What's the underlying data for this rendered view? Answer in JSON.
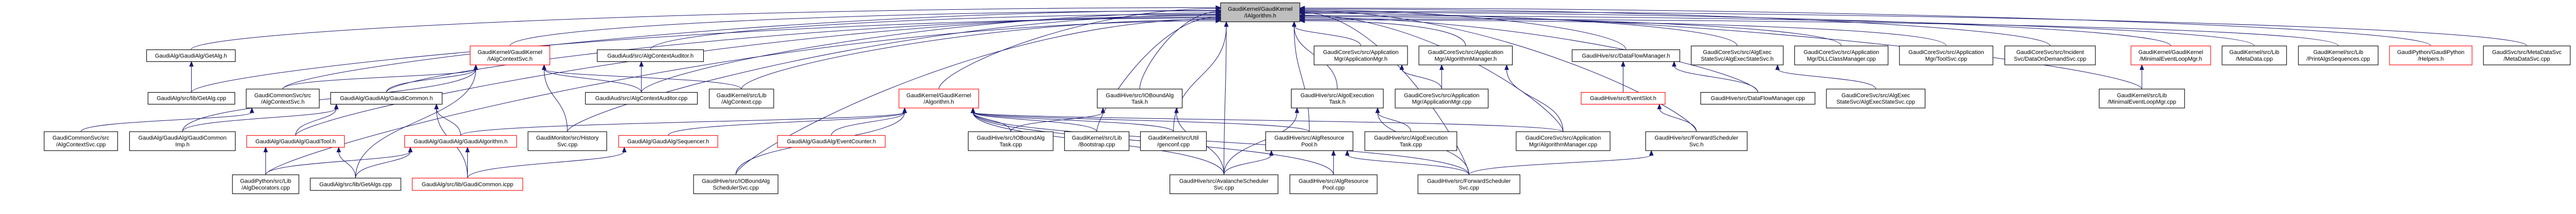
{
  "graph": {
    "edge_color": "#191970",
    "root_fill": "#bfbfbf",
    "red_border": "#ff0000",
    "normal_border": "#000000",
    "nodes": [
      {
        "id": "root",
        "lines": [
          "GaudiKernel/GaudiKernel",
          "/IAlgorithm.h"
        ],
        "kind": "root"
      },
      {
        "id": "getalg_h",
        "lines": [
          "GaudiAlg/GaudiAlg/GetAlg.h"
        ],
        "kind": "normal"
      },
      {
        "id": "ialgctx_h",
        "lines": [
          "GaudiKernel/GaudiKernel",
          "/IAlgContextSvc.h"
        ],
        "kind": "red"
      },
      {
        "id": "algctxaud_h",
        "lines": [
          "GaudiAud/src/AlgContextAuditor.h"
        ],
        "kind": "normal"
      },
      {
        "id": "appmgr_h",
        "lines": [
          "GaudiCoreSvc/src/Application",
          "Mgr/ApplicationMgr.h"
        ],
        "kind": "normal"
      },
      {
        "id": "algmgr_h",
        "lines": [
          "GaudiCoreSvc/src/Application",
          "Mgr/AlgorithmManager.h"
        ],
        "kind": "normal"
      },
      {
        "id": "dfm_h",
        "lines": [
          "GaudiHive/src/DataFlowManager.h"
        ],
        "kind": "normal"
      },
      {
        "id": "aess_h",
        "lines": [
          "GaudiCoreSvc/src/AlgExec",
          "StateSvc/AlgExecStateSvc.h"
        ],
        "kind": "normal"
      },
      {
        "id": "dllcm_cpp",
        "lines": [
          "GaudiCoreSvc/src/Application",
          "Mgr/DLLClassManager.cpp"
        ],
        "kind": "normal"
      },
      {
        "id": "toolsvc_cpp",
        "lines": [
          "GaudiCoreSvc/src/Application",
          "Mgr/ToolSvc.cpp"
        ],
        "kind": "normal"
      },
      {
        "id": "dods_cpp",
        "lines": [
          "GaudiCoreSvc/src/Incident",
          "Svc/DataOnDemandSvc.cpp"
        ],
        "kind": "normal"
      },
      {
        "id": "melm_h",
        "lines": [
          "GaudiKernel/GaudiKernel",
          "/MinimalEventLoopMgr.h"
        ],
        "kind": "red"
      },
      {
        "id": "metadata_cpp",
        "lines": [
          "GaudiKernel/src/Lib",
          "/MetaData.cpp"
        ],
        "kind": "normal"
      },
      {
        "id": "printalgs_cpp",
        "lines": [
          "GaudiKernel/src/Lib",
          "/PrintAlgsSequences.cpp"
        ],
        "kind": "normal"
      },
      {
        "id": "helpers_h",
        "lines": [
          "GaudiPython/GaudiPython",
          "/Helpers.h"
        ],
        "kind": "red"
      },
      {
        "id": "metadatasvc_cpp",
        "lines": [
          "GaudiSvc/src/MetaDataSvc",
          "/MetaDataSvc.cpp"
        ],
        "kind": "normal"
      },
      {
        "id": "getalg_cpp",
        "lines": [
          "GaudiAlg/src/lib/GetAlg.cpp"
        ],
        "kind": "normal"
      },
      {
        "id": "algctxsvc_h",
        "lines": [
          "GaudiCommonSvc/src",
          "/AlgContextSvc.h"
        ],
        "kind": "normal"
      },
      {
        "id": "gaudicommon_h",
        "lines": [
          "GaudiAlg/GaudiAlg/GaudiCommon.h"
        ],
        "kind": "normal"
      },
      {
        "id": "algctxaud_cpp",
        "lines": [
          "GaudiAud/src/AlgContextAuditor.cpp"
        ],
        "kind": "normal"
      },
      {
        "id": "algctx_cpp",
        "lines": [
          "GaudiKernel/src/Lib",
          "/AlgContext.cpp"
        ],
        "kind": "normal"
      },
      {
        "id": "algorithm_h",
        "lines": [
          "GaudiKernel/GaudiKernel",
          "/Algorithm.h"
        ],
        "kind": "red"
      },
      {
        "id": "iobtask_h",
        "lines": [
          "GaudiHive/src/IOBoundAlg",
          "Task.h"
        ],
        "kind": "normal"
      },
      {
        "id": "aet_h",
        "lines": [
          "GaudiHive/src/AlgoExecution",
          "Task.h"
        ],
        "kind": "normal"
      },
      {
        "id": "appmgr_cpp",
        "lines": [
          "GaudiCoreSvc/src/Application",
          "Mgr/ApplicationMgr.cpp"
        ],
        "kind": "normal"
      },
      {
        "id": "eventslot_h",
        "lines": [
          "GaudiHive/src/EventSlot.h"
        ],
        "kind": "red"
      },
      {
        "id": "dfm_cpp",
        "lines": [
          "GaudiHive/src/DataFlowManager.cpp"
        ],
        "kind": "normal"
      },
      {
        "id": "aess_cpp",
        "lines": [
          "GaudiCoreSvc/src/AlgExec",
          "StateSvc/AlgExecStateSvc.cpp"
        ],
        "kind": "normal"
      },
      {
        "id": "melm_cpp",
        "lines": [
          "GaudiKernel/src/Lib",
          "/MinimalEventLoopMgr.cpp"
        ],
        "kind": "normal"
      },
      {
        "id": "algctxsvc_cpp",
        "lines": [
          "GaudiCommonSvc/src",
          "/AlgContextSvc.cpp"
        ],
        "kind": "normal"
      },
      {
        "id": "gcimp_h",
        "lines": [
          "GaudiAlg/GaudiAlg/GaudiCommon",
          "Imp.h"
        ],
        "kind": "normal"
      },
      {
        "id": "gaudtool_h",
        "lines": [
          "GaudiAlg/GaudiAlg/GaudiTool.h"
        ],
        "kind": "red"
      },
      {
        "id": "gaudalg_h",
        "lines": [
          "GaudiAlg/GaudiAlg/GaudiAlgorithm.h"
        ],
        "kind": "red"
      },
      {
        "id": "histsvc_cpp",
        "lines": [
          "GaudiMonitor/src/History",
          "Svc.cpp"
        ],
        "kind": "normal"
      },
      {
        "id": "sequencer_h",
        "lines": [
          "GaudiAlg/GaudiAlg/Sequencer.h"
        ],
        "kind": "red"
      },
      {
        "id": "evtcounter_h",
        "lines": [
          "GaudiAlg/GaudiAlg/EventCounter.h"
        ],
        "kind": "red"
      },
      {
        "id": "iobtask_cpp",
        "lines": [
          "GaudiHive/src/IOBoundAlg",
          "Task.cpp"
        ],
        "kind": "normal"
      },
      {
        "id": "bootstrap_cpp",
        "lines": [
          "GaudiKernel/src/Lib",
          "/Bootstrap.cpp"
        ],
        "kind": "normal"
      },
      {
        "id": "genconf_cpp",
        "lines": [
          "GaudiKernel/src/Util",
          "/genconf.cpp"
        ],
        "kind": "normal"
      },
      {
        "id": "arp_h",
        "lines": [
          "GaudiHive/src/AlgResource",
          "Pool.h"
        ],
        "kind": "normal"
      },
      {
        "id": "aet_cpp",
        "lines": [
          "GaudiHive/src/AlgoExecution",
          "Task.cpp"
        ],
        "kind": "normal"
      },
      {
        "id": "algmgr_cpp",
        "lines": [
          "GaudiCoreSvc/src/Application",
          "Mgr/AlgorithmManager.cpp"
        ],
        "kind": "normal"
      },
      {
        "id": "fss_h",
        "lines": [
          "GaudiHive/src/ForwardScheduler",
          "Svc.h"
        ],
        "kind": "normal"
      },
      {
        "id": "algdeco_cpp",
        "lines": [
          "GaudiPython/src/Lib",
          "/AlgDecorators.cpp"
        ],
        "kind": "normal"
      },
      {
        "id": "getalgs_cpp",
        "lines": [
          "GaudiAlg/src/lib/GetAlgs.cpp"
        ],
        "kind": "normal"
      },
      {
        "id": "gcommon_icpp",
        "lines": [
          "GaudiAlg/src/lib/GaudiCommon.icpp"
        ],
        "kind": "red"
      },
      {
        "id": "iobsched_cpp",
        "lines": [
          "GaudiHive/src/IOBoundAlg",
          "SchedulerSvc.cpp"
        ],
        "kind": "normal"
      },
      {
        "id": "avalanche_cpp",
        "lines": [
          "GaudiHive/src/AvalancheScheduler",
          "Svc.cpp"
        ],
        "kind": "normal"
      },
      {
        "id": "arp_cpp",
        "lines": [
          "GaudiHive/src/AlgResource",
          "Pool.cpp"
        ],
        "kind": "normal"
      },
      {
        "id": "fss_cpp",
        "lines": [
          "GaudiHive/src/ForwardScheduler",
          "Svc.cpp"
        ],
        "kind": "normal"
      }
    ],
    "edges": [
      [
        "getalg_h",
        "root"
      ],
      [
        "ialgctx_h",
        "root"
      ],
      [
        "algctxaud_h",
        "root"
      ],
      [
        "appmgr_h",
        "root"
      ],
      [
        "algmgr_h",
        "root"
      ],
      [
        "dfm_h",
        "root"
      ],
      [
        "aess_h",
        "root"
      ],
      [
        "dllcm_cpp",
        "root"
      ],
      [
        "toolsvc_cpp",
        "root"
      ],
      [
        "dods_cpp",
        "root"
      ],
      [
        "melm_h",
        "root"
      ],
      [
        "metadata_cpp",
        "root"
      ],
      [
        "printalgs_cpp",
        "root"
      ],
      [
        "helpers_h",
        "root"
      ],
      [
        "metadatasvc_cpp",
        "root"
      ],
      [
        "getalg_cpp",
        "getalg_h"
      ],
      [
        "getalg_cpp",
        "root"
      ],
      [
        "algctxsvc_h",
        "ialgctx_h"
      ],
      [
        "algctxsvc_h",
        "root"
      ],
      [
        "gaudicommon_h",
        "ialgctx_h"
      ],
      [
        "gaudicommon_h",
        "root"
      ],
      [
        "algctxaud_cpp",
        "algctxaud_h"
      ],
      [
        "algctxaud_cpp",
        "ialgctx_h"
      ],
      [
        "algctxaud_cpp",
        "root"
      ],
      [
        "algctx_cpp",
        "ialgctx_h"
      ],
      [
        "algctx_cpp",
        "root"
      ],
      [
        "algorithm_h",
        "root"
      ],
      [
        "iobtask_h",
        "root"
      ],
      [
        "aet_h",
        "root"
      ],
      [
        "appmgr_cpp",
        "appmgr_h"
      ],
      [
        "appmgr_cpp",
        "algmgr_h"
      ],
      [
        "eventslot_h",
        "dfm_h"
      ],
      [
        "dfm_cpp",
        "dfm_h"
      ],
      [
        "dfm_cpp",
        "root"
      ],
      [
        "aess_cpp",
        "aess_h"
      ],
      [
        "melm_cpp",
        "melm_h"
      ],
      [
        "melm_cpp",
        "root"
      ],
      [
        "algctxsvc_cpp",
        "algctxsvc_h"
      ],
      [
        "gcimp_h",
        "gaudicommon_h"
      ],
      [
        "gcimp_h",
        "ialgctx_h"
      ],
      [
        "gaudtool_h",
        "gaudicommon_h"
      ],
      [
        "gaudtool_h",
        "root"
      ],
      [
        "gaudalg_h",
        "gaudicommon_h"
      ],
      [
        "gaudalg_h",
        "algorithm_h"
      ],
      [
        "histsvc_cpp",
        "ialgctx_h"
      ],
      [
        "histsvc_cpp",
        "root"
      ],
      [
        "sequencer_h",
        "algorithm_h"
      ],
      [
        "evtcounter_h",
        "algorithm_h"
      ],
      [
        "iobtask_cpp",
        "iobtask_h"
      ],
      [
        "iobtask_cpp",
        "algorithm_h"
      ],
      [
        "bootstrap_cpp",
        "root"
      ],
      [
        "bootstrap_cpp",
        "algorithm_h"
      ],
      [
        "genconf_cpp",
        "root"
      ],
      [
        "genconf_cpp",
        "algorithm_h"
      ],
      [
        "arp_h",
        "root"
      ],
      [
        "arp_h",
        "algorithm_h"
      ],
      [
        "aet_cpp",
        "aet_h"
      ],
      [
        "algmgr_cpp",
        "algmgr_h"
      ],
      [
        "algmgr_cpp",
        "root"
      ],
      [
        "algmgr_cpp",
        "algorithm_h"
      ],
      [
        "fss_h",
        "eventslot_h"
      ],
      [
        "fss_h",
        "root"
      ],
      [
        "algdeco_cpp",
        "gaudtool_h"
      ],
      [
        "algdeco_cpp",
        "gaudalg_h"
      ],
      [
        "algdeco_cpp",
        "root"
      ],
      [
        "getalgs_cpp",
        "gaudalg_h"
      ],
      [
        "getalgs_cpp",
        "ialgctx_h"
      ],
      [
        "getalgs_cpp",
        "gaudtool_h"
      ],
      [
        "gcommon_icpp",
        "gaudalg_h"
      ],
      [
        "gcommon_icpp",
        "gaudicommon_h"
      ],
      [
        "gcommon_icpp",
        "sequencer_h"
      ],
      [
        "iobsched_cpp",
        "algorithm_h"
      ],
      [
        "iobsched_cpp",
        "root"
      ],
      [
        "avalanche_cpp",
        "root"
      ],
      [
        "avalanche_cpp",
        "arp_h"
      ],
      [
        "avalanche_cpp",
        "iobtask_h"
      ],
      [
        "avalanche_cpp",
        "algorithm_h"
      ],
      [
        "avalanche_cpp",
        "aet_h"
      ],
      [
        "arp_cpp",
        "arp_h"
      ],
      [
        "arp_cpp",
        "algorithm_h"
      ],
      [
        "fss_cpp",
        "arp_h"
      ],
      [
        "fss_cpp",
        "aet_h"
      ],
      [
        "fss_cpp",
        "fss_h"
      ],
      [
        "fss_cpp",
        "root"
      ],
      [
        "fss_cpp",
        "algorithm_h"
      ]
    ]
  }
}
